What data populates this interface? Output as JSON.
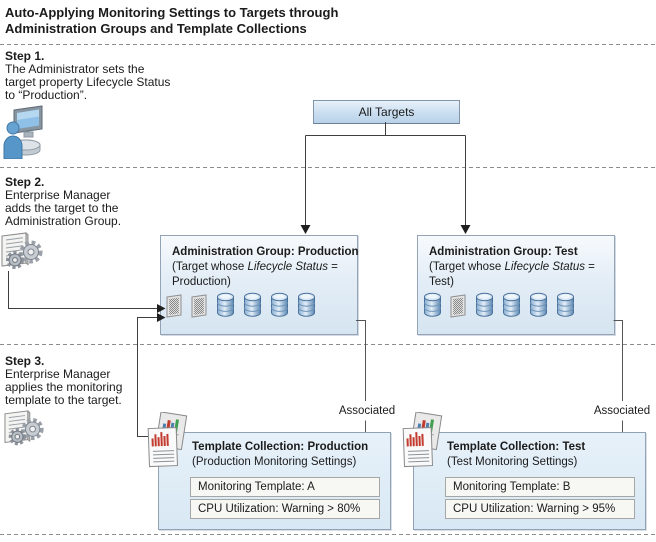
{
  "title": {
    "line1": "Auto-Applying Monitoring Settings to Targets through",
    "line2": "Administration Groups and Template Collections"
  },
  "steps": [
    {
      "label": "Step 1.",
      "lines": [
        "The Administrator sets the",
        "target property Lifecycle Status",
        "to “Production”."
      ],
      "icon": "administrator-computer-icon"
    },
    {
      "label": "Step 2.",
      "lines": [
        "Enterprise Manager",
        "adds the target to the",
        "Administration Group."
      ],
      "icon": "gears-document-icon"
    },
    {
      "label": "Step 3.",
      "lines": [
        "Enterprise Manager",
        "applies the monitoring",
        "template to the target."
      ],
      "icon": "gears-document-icon"
    }
  ],
  "all_targets": {
    "label": "All Targets"
  },
  "admin_groups": [
    {
      "title": "Administration Group: Production",
      "line2_prefix": "(Target whose ",
      "line2_italic": "Lifecycle Status",
      "line2_suffix": " =",
      "line3": "Production)",
      "icons": [
        "target-grid-icon",
        "target-grid-icon",
        "database-icon",
        "database-icon",
        "database-icon",
        "database-icon"
      ]
    },
    {
      "title": "Administration Group: Test",
      "line2_prefix": "(Target whose ",
      "line2_italic": "Lifecycle Status",
      "line2_suffix": " =",
      "line3": "Test)",
      "icons": [
        "database-icon",
        "target-grid-icon",
        "database-icon",
        "database-icon",
        "database-icon",
        "database-icon"
      ]
    }
  ],
  "associated_label": "Associated",
  "template_collections": [
    {
      "title": "Template Collection: Production",
      "subtitle": "(Production Monitoring Settings)",
      "rows": [
        "Monitoring Template: A",
        "CPU Utilization: Warning > 80%"
      ],
      "icon": "monitoring-template-documents-icon"
    },
    {
      "title": "Template Collection: Test",
      "subtitle": "(Test Monitoring Settings)",
      "rows": [
        "Monitoring Template: B",
        "CPU Utilization: Warning > 95%"
      ],
      "icon": "monitoring-template-documents-icon"
    }
  ],
  "colors": {
    "box_border": "#92a4b6",
    "box_fill_light": "#f7fafd",
    "box_fill_blue": "#d6e5f1",
    "all_targets_fill": "#cadef0",
    "inner_row_fill": "#f7f7f3",
    "database_blue": "#5d88b2",
    "connector_line": "#3f3f3f",
    "divider_gray": "#8c8c8c"
  }
}
